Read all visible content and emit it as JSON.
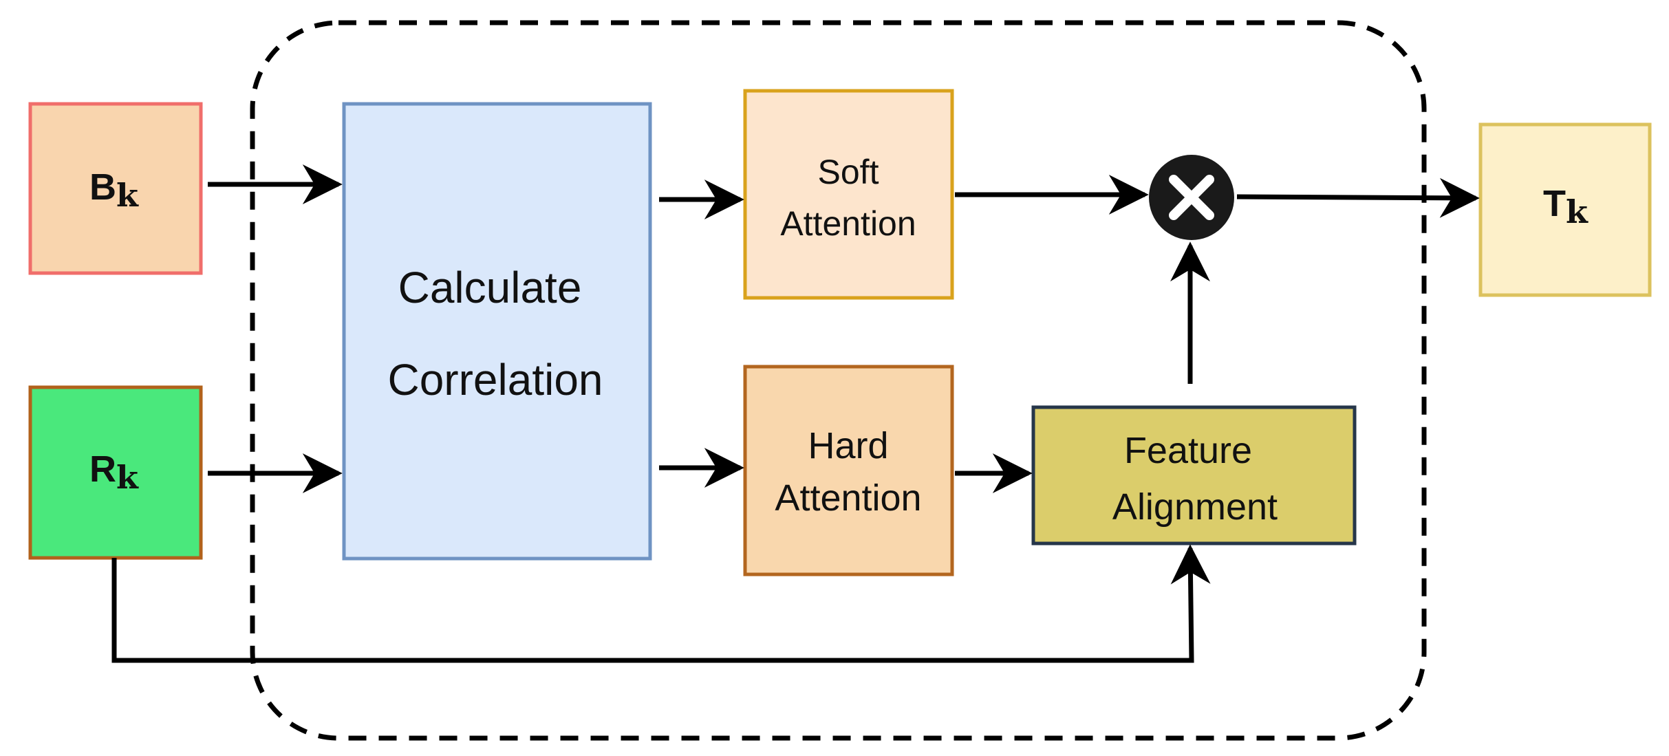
{
  "inputs": {
    "b": {
      "main": "B",
      "sub": "k"
    },
    "r": {
      "main": "R",
      "sub": "k"
    }
  },
  "output": {
    "main": "T",
    "sub": "k"
  },
  "blocks": {
    "correlation": {
      "line1": "Calculate",
      "line2": "Correlation"
    },
    "soft_attention": {
      "line1": "Soft",
      "line2": "Attention"
    },
    "hard_attention": {
      "line1": "Hard",
      "line2": "Attention"
    },
    "feature_alignment": {
      "line1": "Feature",
      "line2": "Alignment"
    }
  },
  "multiply_node": {
    "icon": "multiply-icon"
  },
  "colors": {
    "b_fill": "#f9d5ae",
    "b_stroke": "#f06e6b",
    "r_fill": "#4ae87c",
    "r_stroke": "#b1621b",
    "t_fill": "#fdf0c9",
    "t_stroke": "#dcc25e",
    "corr_fill": "#dae8fb",
    "corr_stroke": "#6f93c3",
    "soft_fill": "#fde5cd",
    "soft_stroke": "#d9a21c",
    "hard_fill": "#f9d7ad",
    "hard_stroke": "#b3661f",
    "align_fill": "#dbcd6b",
    "align_stroke": "#26364a",
    "multiply_fill": "#1a1a1a"
  }
}
